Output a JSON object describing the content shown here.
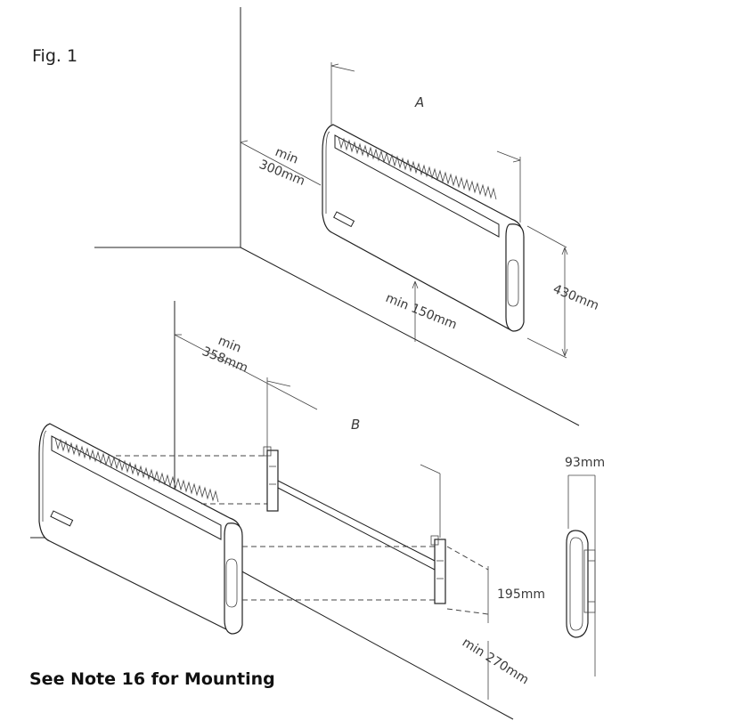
{
  "figure": {
    "label": "Fig. 1",
    "note": "See Note 16 for Mounting"
  },
  "view_a": {
    "label": "A",
    "side_clearance_min": "min",
    "side_clearance_value": "300mm",
    "floor_clearance": "min 150mm",
    "height": "430mm"
  },
  "view_b": {
    "label": "B",
    "side_clearance_min": "min",
    "side_clearance_value": "358mm",
    "bracket_height": "195mm",
    "floor_clearance": "min 270mm"
  },
  "side_view": {
    "depth": "93mm"
  }
}
